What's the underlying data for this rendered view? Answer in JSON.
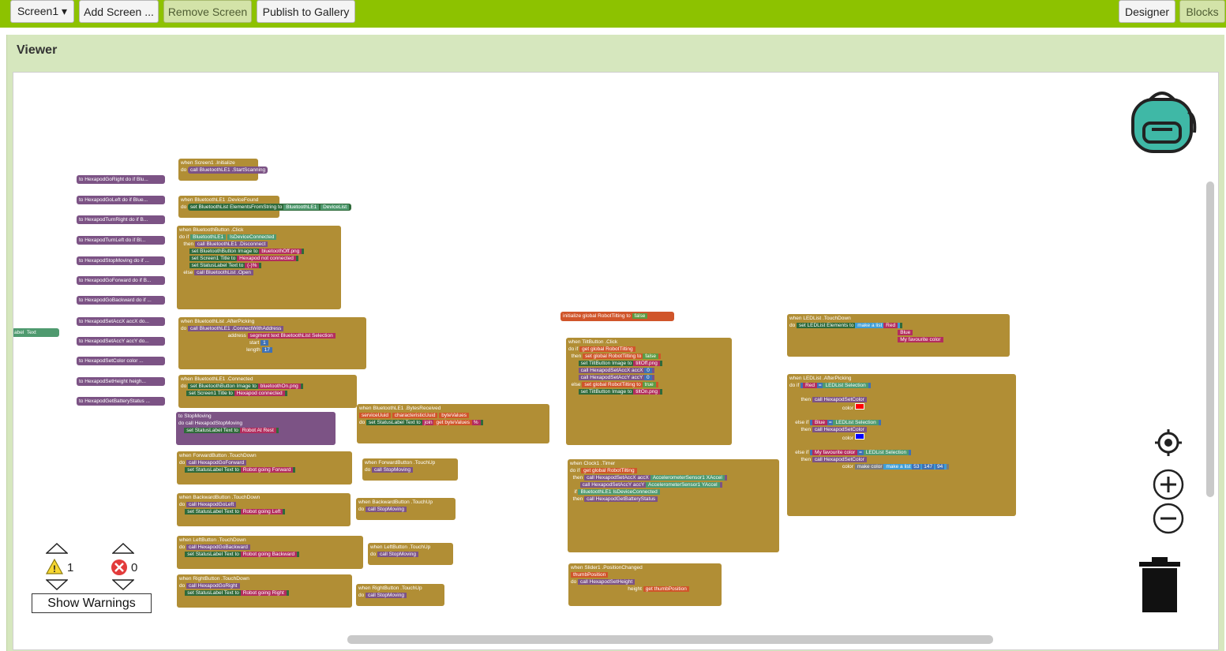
{
  "toolbar": {
    "screen_select": "Screen1 ▾",
    "add_screen": "Add Screen ...",
    "remove_screen": "Remove Screen",
    "publish": "Publish to Gallery",
    "designer": "Designer",
    "blocks": "Blocks"
  },
  "viewer": {
    "title": "Viewer"
  },
  "procedures": [
    "to HexapodGoRight do if Blu...",
    "to HexapodGoLeft do if Blue...",
    "to HexapodTurnRight do if B...",
    "to HexapodTurnLeft do if Bl...",
    "to HexapodStopMoving do if ...",
    "to HexapodGoForward do if B...",
    "to HexapodGoBackward do if ...",
    "to HexapodSetAccX   accX do...",
    "to HexapodSetAccY   accY do...",
    "to HexapodSetColor   color ...",
    "to HexapodSetHeight   heigh...",
    "to HexapodGetBatteryStatus ..."
  ],
  "blocks": {
    "screen_init": {
      "when": "when",
      "comp": "Screen1",
      "event": ".Initialize",
      "do": "do",
      "call": "call",
      "target": "BluetoothLE1",
      "method": ".StartScanning"
    },
    "device_found": {
      "when": "when",
      "comp": "BluetoothLE1",
      "event": ".DeviceFound",
      "do": "do",
      "set": "set",
      "prop_comp": "BluetoothList",
      "prop": "ElementsFromString",
      "to": "to",
      "val_comp": "BluetoothLE1",
      "val_prop": "DeviceList"
    },
    "bt_click": {
      "when": "when",
      "comp": "BluetoothButton",
      "event": ".Click",
      "do": "do",
      "if": "if",
      "cond_comp": "BluetoothLE1",
      "cond_prop": "IsDeviceConnected",
      "then": "then",
      "call": "call",
      "call_target": "BluetoothLE1",
      "call_method": ".Disconnect",
      "set1": "set",
      "s1_comp": "BluetoothButton",
      "s1_prop": "Image",
      "s1_to": "to",
      "s1_val": "bluetoothOff.png",
      "set2": "set",
      "s2_comp": "Screen1",
      "s2_prop": "Title",
      "s2_to": "to",
      "s2_val": "Hexapod not connected",
      "set3": "set",
      "s3_comp": "StatusLabel",
      "s3_prop": "Text",
      "s3_to": "to",
      "s3_val": "(-)%",
      "else": "else",
      "else_call": "call",
      "else_target": "BluetoothList",
      "else_method": ".Open"
    },
    "after_picking": {
      "when": "when",
      "comp": "BluetoothList",
      "event": ".AfterPicking",
      "do": "do",
      "call": "call",
      "target": "BluetoothLE1",
      "method": ".ConnectWithAddress",
      "address": "address",
      "segment": "segment text",
      "seg_comp": "BluetoothList",
      "seg_prop": "Selection",
      "start": "start",
      "start_val": "1",
      "length": "length",
      "length_val": "17"
    },
    "connected": {
      "when": "when",
      "comp": "BluetoothLE1",
      "event": ".Connected",
      "do": "do",
      "set1": "set",
      "s1_comp": "BluetoothButton",
      "s1_prop": "Image",
      "s1_to": "to",
      "s1_val": "bluetoothOn.png",
      "set2": "set",
      "s2_comp": "Screen1",
      "s2_prop": "Title",
      "s2_to": "to",
      "s2_val": "Hexapod connected"
    },
    "stopmoving": {
      "to": "to",
      "name": "StopMoving",
      "do": "do",
      "call": "call",
      "target": "HexapodStopMoving",
      "set": "set",
      "s_comp": "StatusLabel",
      "s_prop": "Text",
      "s_to": "to",
      "s_val": "Robot At Rest"
    },
    "fwd_down": {
      "when": "when",
      "comp": "ForwardButton",
      "event": ".TouchDown",
      "do": "do",
      "call": "call",
      "target": "HexapodGoForward",
      "set": "set",
      "s_comp": "StatusLabel",
      "s_prop": "Text",
      "s_to": "to",
      "s_val": "Robot going Forward"
    },
    "bwd_down": {
      "when": "when",
      "comp": "BackwardButton",
      "event": ".TouchDown",
      "do": "do",
      "call": "call",
      "target": "HexapodGoLeft",
      "set": "set",
      "s_comp": "StatusLabel",
      "s_prop": "Text",
      "s_to": "to",
      "s_val": "Robot going Left"
    },
    "left_down": {
      "when": "when",
      "comp": "LeftButton",
      "event": ".TouchDown",
      "do": "do",
      "call": "call",
      "target": "HexapodGoBackward",
      "set": "set",
      "s_comp": "StatusLabel",
      "s_prop": "Text",
      "s_to": "to",
      "s_val": "Robot going Backward"
    },
    "right_down": {
      "when": "when",
      "comp": "RightButton",
      "event": ".TouchDown",
      "do": "do",
      "call": "call",
      "target": "HexapodGoRight",
      "set": "set",
      "s_comp": "StatusLabel",
      "s_prop": "Text",
      "s_to": "to",
      "s_val": "Robot going Right"
    },
    "bytes_received": {
      "when": "when",
      "comp": "BluetoothLE1",
      "event": ".BytesReceived",
      "p1": "serviceUuid",
      "p2": "characteristicUuid",
      "p3": "byteValues",
      "do": "do",
      "set": "set",
      "s_comp": "StatusLabel",
      "s_prop": "Text",
      "s_to": "to",
      "join": "join",
      "get": "get",
      "get_val": "byteValues",
      "pct": "%"
    },
    "fwd_up": {
      "when": "when",
      "comp": "ForwardButton",
      "event": ".TouchUp",
      "do": "do",
      "call": "call",
      "target": "StopMoving"
    },
    "bwd_up": {
      "when": "when",
      "comp": "BackwardButton",
      "event": ".TouchUp",
      "do": "do",
      "call": "call",
      "target": "StopMoving"
    },
    "left_up": {
      "when": "when",
      "comp": "LeftButton",
      "event": ".TouchUp",
      "do": "do",
      "call": "call",
      "target": "StopMoving"
    },
    "right_up": {
      "when": "when",
      "comp": "RightButton",
      "event": ".TouchUp",
      "do": "do",
      "call": "call",
      "target": "StopMoving"
    },
    "global_var": {
      "init": "initialize global",
      "name": "RobotTilting",
      "to": "to",
      "val": "false"
    },
    "tilt_click": {
      "when": "when",
      "comp": "TiltButton",
      "event": ".Click",
      "do": "do",
      "if": "if",
      "get": "get",
      "get_val": "global RobotTilting",
      "then": "then",
      "set1": "set",
      "s1_var": "global RobotTilting",
      "s1_to": "to",
      "s1_val": "false",
      "set2": "set",
      "s2_comp": "TiltButton",
      "s2_prop": "Image",
      "s2_to": "to",
      "s2_val": "tiltOff.png",
      "call1": "call",
      "c1_target": "HexapodSetAccX",
      "c1_arg": "accX",
      "c1_val": "0",
      "call2": "call",
      "c2_target": "HexapodSetAccY",
      "c2_arg": "accY",
      "c2_val": "0",
      "else": "else",
      "set3": "set",
      "s3_var": "global RobotTilting",
      "s3_to": "to",
      "s3_val": "true",
      "set4": "set",
      "s4_comp": "TiltButton",
      "s4_prop": "Image",
      "s4_to": "to",
      "s4_val": "tiltOn.png"
    },
    "clock_timer": {
      "when": "when",
      "comp": "Clock1",
      "event": ".Timer",
      "do": "do",
      "if": "if",
      "get": "get",
      "get_val": "global RobotTilting",
      "then": "then",
      "call1": "call",
      "c1_target": "HexapodSetAccX",
      "c1_arg": "accX",
      "c1_comp": "AccelerometerSensor1",
      "c1_prop": "XAccel",
      "call2": "call",
      "c2_target": "HexapodSetAccY",
      "c2_arg": "accY",
      "c2_comp": "AccelerometerSensor1",
      "c2_prop": "YAccel",
      "if2": "if",
      "cond2_comp": "BluetoothLE1",
      "cond2_prop": "IsDeviceConnected",
      "then2": "then",
      "call3": "call",
      "c3_target": "HexapodGetBatteryStatus"
    },
    "slider": {
      "when": "when",
      "comp": "Slider1",
      "event": ".PositionChanged",
      "param": "thumbPosition",
      "do": "do",
      "call": "call",
      "target": "HexapodSetHeight",
      "arg": "height",
      "get": "get",
      "get_val": "thumbPosition"
    },
    "led_touchdown": {
      "when": "when",
      "comp": "LEDList",
      "event": ".TouchDown",
      "do": "do",
      "set": "set",
      "s_comp": "LEDList",
      "s_prop": "Elements",
      "s_to": "to",
      "make_list": "make a list",
      "i1": "Red",
      "i2": "Blue",
      "i3": "My favourite color"
    },
    "led_afterpicking": {
      "when": "when",
      "comp": "LEDList",
      "event": ".AfterPicking",
      "do": "do",
      "if": "if",
      "c1_val": "Red",
      "eq": "=",
      "c1_comp": "LEDList",
      "c1_prop": "Selection",
      "then": "then",
      "call": "call",
      "target": "HexapodSetColor",
      "color": "color",
      "elseif": "else if",
      "c2_val": "Blue",
      "c2_comp": "LEDList",
      "c2_prop": "Selection",
      "c3_val": "My favourite color",
      "c3_comp": "LEDList",
      "c3_prop": "Selection",
      "make_color": "make color",
      "make_list": "make a list",
      "r": "53",
      "g": "147",
      "b": "94"
    },
    "stray": {
      "label": "abel",
      "prop": "Text"
    }
  },
  "warnings": {
    "warn_count": "1",
    "error_count": "0",
    "show_warnings": "Show Warnings"
  },
  "colors": {
    "topbar": "#8dc200",
    "viewer_bg": "#d6e7be",
    "event_block": "#b18e35",
    "procedure_block": "#7c5385",
    "setter_block": "#2f6a3a",
    "text_block": "#b32d5e",
    "list_block": "#3e9dd6",
    "backpack": "#3fb8a6"
  },
  "icons": [
    "backpack-icon",
    "recenter-icon",
    "zoom-in-icon",
    "zoom-out-icon",
    "trash-icon",
    "warning-icon",
    "error-icon"
  ]
}
